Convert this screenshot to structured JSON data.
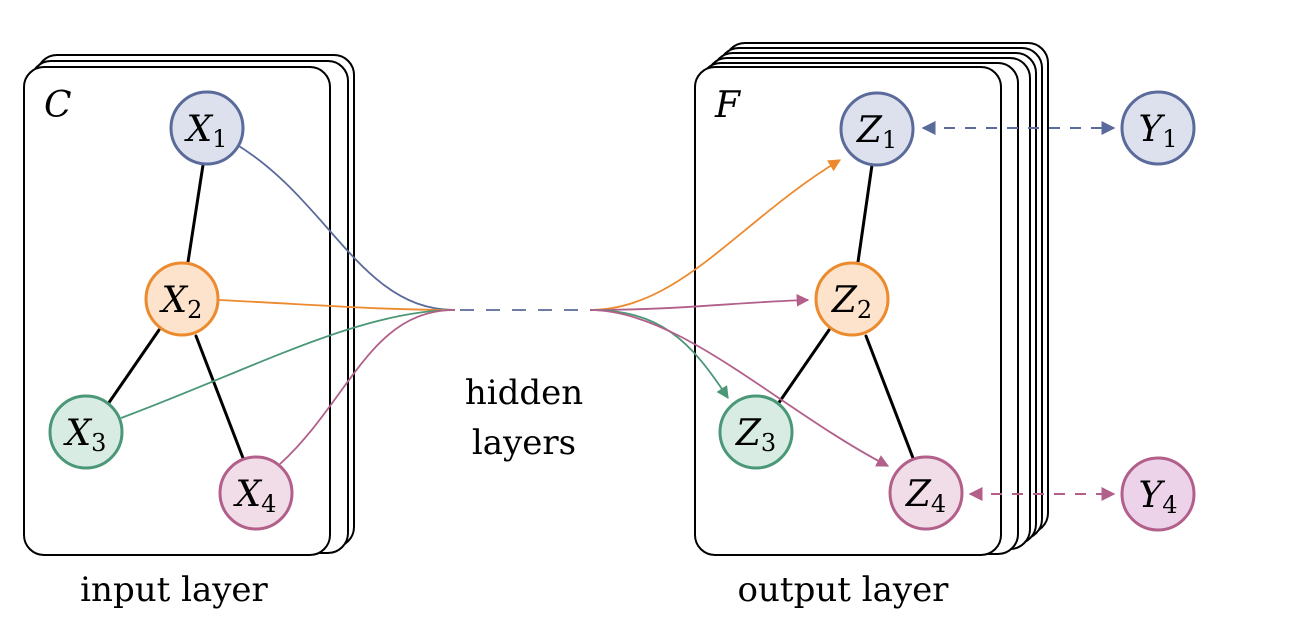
{
  "colors": {
    "blue_stroke": "#5a6a9a",
    "blue_fill": "#dde1ee",
    "orange_stroke": "#ec8a2d",
    "orange_fill": "#fde3cb",
    "green_stroke": "#4a9877",
    "green_fill": "#d8ece3",
    "magenta_stroke": "#b25f8a",
    "magenta_fill": "#f0dde8",
    "pink_stroke": "#b25f8a",
    "pink_fill": "#ecd3ea",
    "hidden_dash": "#5a6a9a"
  },
  "input_panel": {
    "label": "C",
    "caption": "input layer",
    "nodes": [
      {
        "id": "x1",
        "letter": "X",
        "sub": "1"
      },
      {
        "id": "x2",
        "letter": "X",
        "sub": "2"
      },
      {
        "id": "x3",
        "letter": "X",
        "sub": "3"
      },
      {
        "id": "x4",
        "letter": "X",
        "sub": "4"
      }
    ]
  },
  "hidden": {
    "line1": "hidden",
    "line2": "layers"
  },
  "output_panel": {
    "label": "F",
    "caption": "output layer",
    "nodes": [
      {
        "id": "z1",
        "letter": "Z",
        "sub": "1"
      },
      {
        "id": "z2",
        "letter": "Z",
        "sub": "2"
      },
      {
        "id": "z3",
        "letter": "Z",
        "sub": "3"
      },
      {
        "id": "z4",
        "letter": "Z",
        "sub": "4"
      }
    ]
  },
  "targets": [
    {
      "id": "y1",
      "letter": "Y",
      "sub": "1"
    },
    {
      "id": "y4",
      "letter": "Y",
      "sub": "4"
    }
  ]
}
